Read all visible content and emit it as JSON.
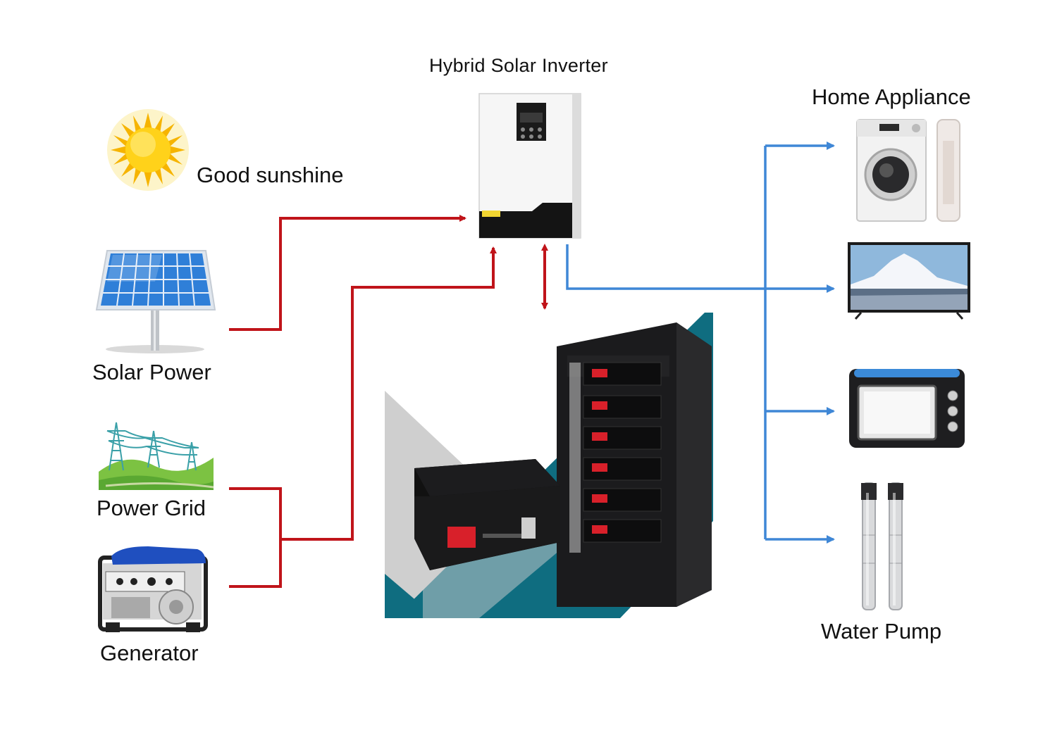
{
  "labels": {
    "inverter": "Hybrid Solar Inverter",
    "sunshine": "Good sunshine",
    "home_appliance": "Home Appliance",
    "solar_power": "Solar Power",
    "power_grid": "Power Grid",
    "generator": "Generator",
    "water_pump": "Water Pump"
  },
  "colors": {
    "input_line": "#c0141a",
    "output_line": "#3f87d6",
    "teal": "#0f6d80",
    "battery_black": "#1b1b1d",
    "terminal_red": "#d8202a"
  },
  "icons": {
    "sun": "sun-icon",
    "solar_panel": "solar-panel-icon",
    "power_grid": "power-grid-icon",
    "generator": "generator-icon",
    "inverter": "inverter-icon",
    "battery_rack": "battery-rack-icon",
    "washing_machine": "washing-machine-icon",
    "air_conditioner": "air-conditioner-icon",
    "tv": "tv-icon",
    "oven": "oven-icon",
    "water_pump": "water-pump-icon"
  }
}
